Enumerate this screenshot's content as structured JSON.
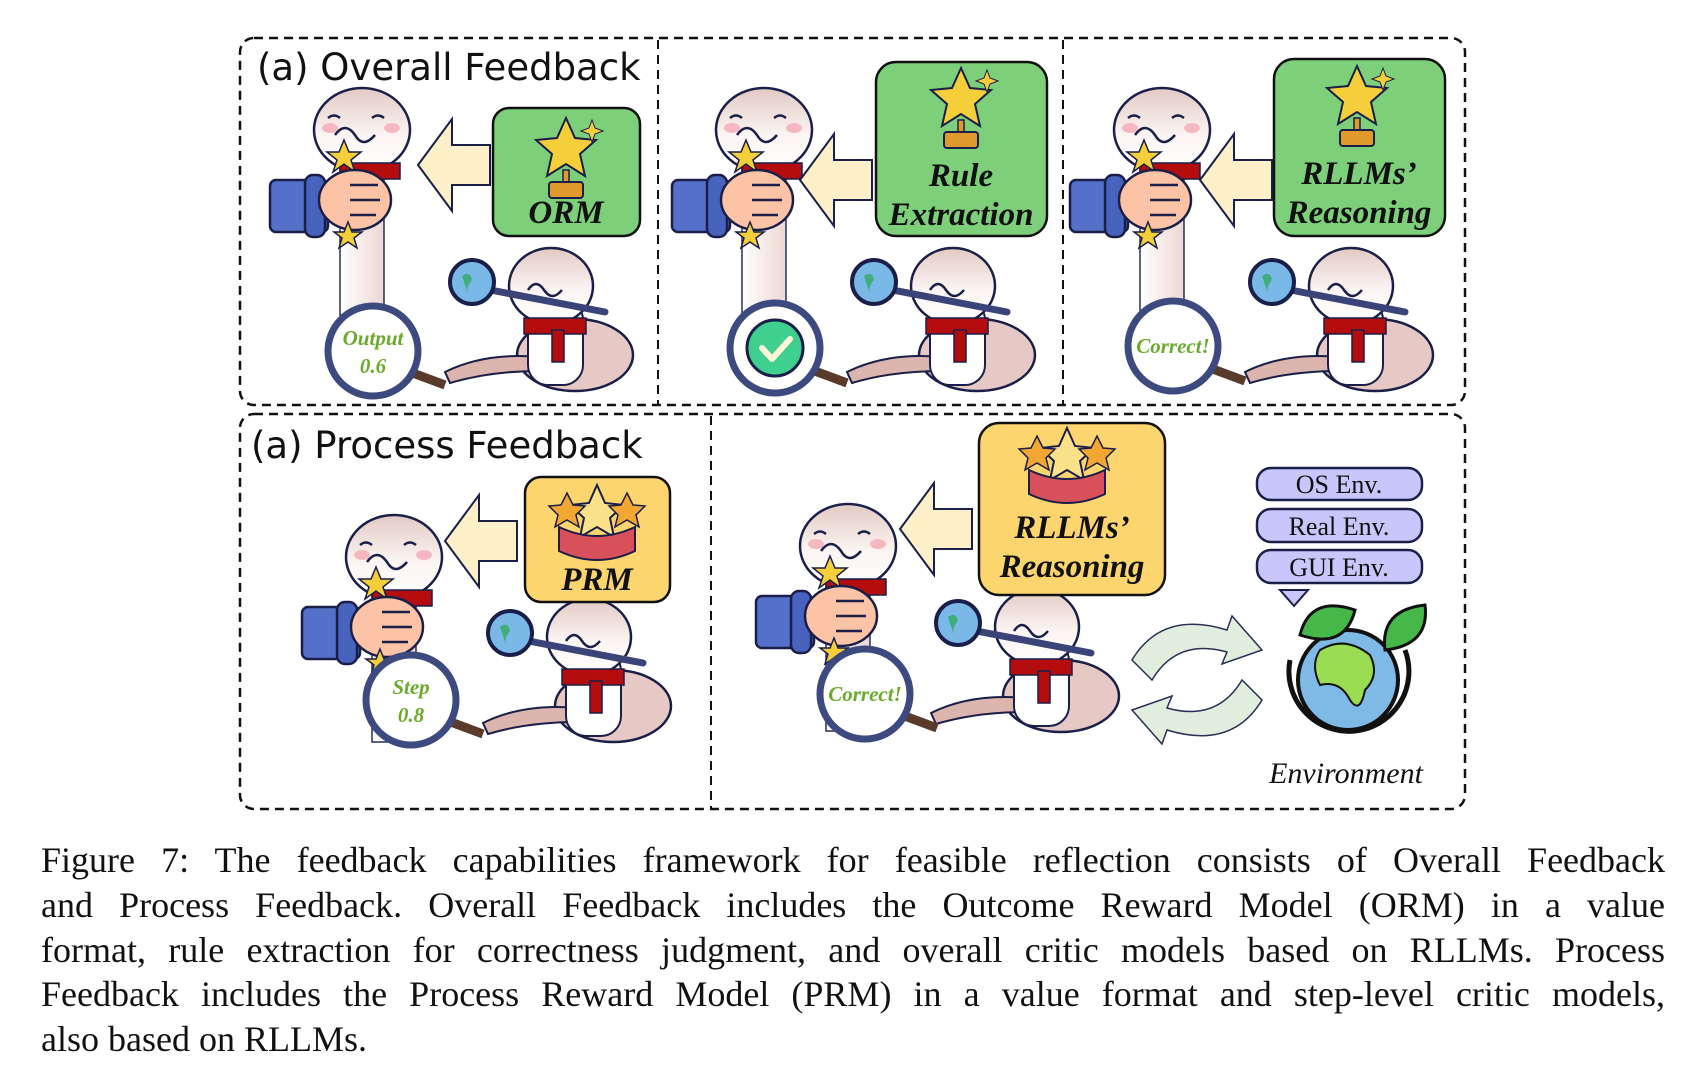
{
  "figure": {
    "overall": {
      "title": "(a) Overall Feedback",
      "boxes": [
        {
          "label_lines": [
            "ORM"
          ],
          "color": "#7ecf7a"
        },
        {
          "label_lines": [
            "Rule",
            "Extraction"
          ],
          "color": "#7ecf7a"
        },
        {
          "label_lines": [
            "RLLMs’",
            "Reasoning"
          ],
          "color": "#7ecf7a"
        }
      ],
      "magnifiers": [
        {
          "lines": [
            "Output",
            "0.6"
          ]
        },
        {
          "icon": "check-circle-icon"
        },
        {
          "lines": [
            "Correct!"
          ]
        }
      ]
    },
    "process": {
      "title": "(a) Process Feedback",
      "boxes": [
        {
          "label_lines": [
            "PRM"
          ],
          "color": "#fcd56e"
        },
        {
          "label_lines": [
            "RLLMs’",
            "Reasoning"
          ],
          "color": "#fcd56e"
        }
      ],
      "magnifiers": [
        {
          "lines": [
            "Step",
            "0.8"
          ]
        },
        {
          "lines": [
            "Correct!"
          ]
        }
      ],
      "environments": [
        "OS Env.",
        "Real Env.",
        "GUI Env."
      ],
      "environment_label": "Environment"
    },
    "icons": [
      "trophy-star-icon",
      "stars-ribbon-icon",
      "arrow-left-icon",
      "cycle-arrows-icon",
      "earth-leaves-icon",
      "magnifier-icon"
    ],
    "colors": {
      "green_box": "#7ecf7a",
      "yellow_box": "#fcd56e",
      "env_pill": "#c8c6fa",
      "arrow": "#fdf0c8",
      "glass_text": "#6aaa2c"
    }
  },
  "caption": {
    "lines": [
      "Figure 7: The feedback capabilities framework for feasible reflection consists of Overall Feedback",
      "and Process Feedback. Overall Feedback includes the Outcome Reward Model (ORM) in a value",
      "format, rule extraction for correctness judgment, and overall critic models based on RLLMs. Process",
      "Feedback includes the Process Reward Model (PRM) in a value format and step-level critic models,",
      "also based on RLLMs."
    ]
  }
}
